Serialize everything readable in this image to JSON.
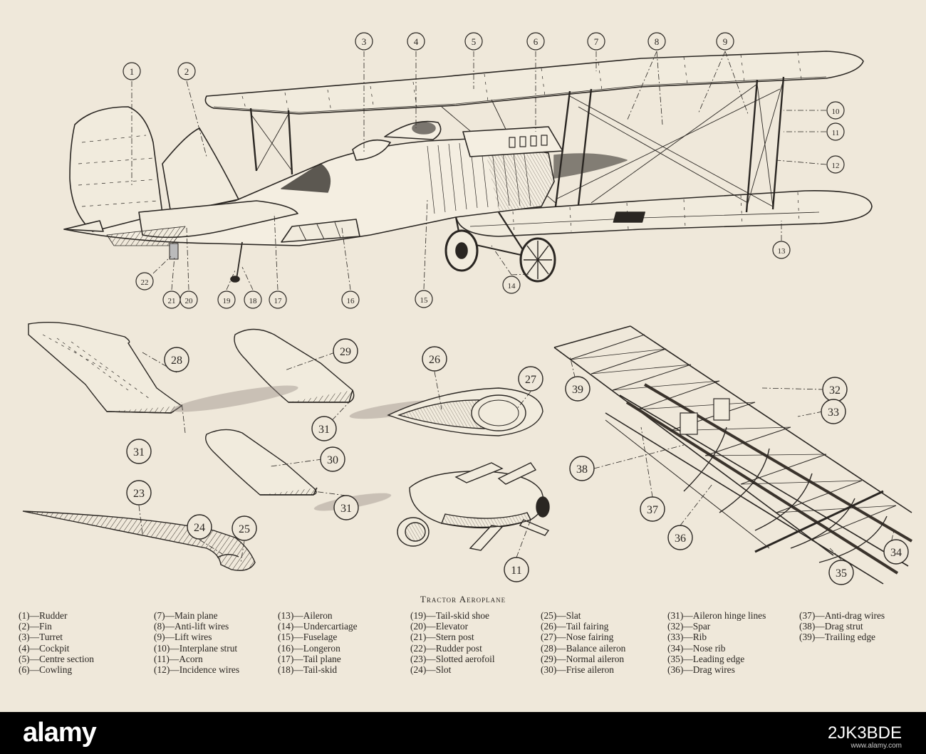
{
  "caption": "Tractor Aeroplane",
  "callouts": [
    "1",
    "2",
    "3",
    "4",
    "5",
    "6",
    "7",
    "8",
    "9",
    "10",
    "11",
    "12",
    "13",
    "14",
    "15",
    "16",
    "17",
    "18",
    "19",
    "20",
    "21",
    "22",
    "23",
    "24",
    "25",
    "26",
    "27",
    "28",
    "29",
    "30",
    "31",
    "32",
    "33",
    "34",
    "35",
    "36",
    "37",
    "38",
    "39"
  ],
  "legend": [
    [
      "(1)—Rudder",
      "(2)—Fin",
      "(3)—Turret",
      "(4)—Cockpit",
      "(5)—Centre section",
      "(6)—Cowling"
    ],
    [
      "(7)—Main plane",
      "(8)—Anti-lift wires",
      "(9)—Lift wires",
      "(10)—Interplane strut",
      "(11)—Acorn",
      "(12)—Incidence wires"
    ],
    [
      "(13)—Aileron",
      "(14)—Undercartiage",
      "(15)—Fuselage",
      "(16)—Longeron",
      "(17)—Tail plane",
      "(18)—Tail-skid"
    ],
    [
      "(19)—Tail-skid shoe",
      "(20)—Elevator",
      "(21)—Stern post",
      "(22)—Rudder post",
      "(23)—Slotted aerofoil",
      "(24)—Slot"
    ],
    [
      "(25)—Slat",
      "(26)—Tail fairing",
      "(27)—Nose fairing",
      "(28)—Balance aileron",
      "(29)—Normal aileron",
      "(30)—Frise aileron"
    ],
    [
      "(31)—Aileron hinge lines",
      "(32)—Spar",
      "(33)—Rib",
      "(34)—Nose rib",
      "(35)—Leading edge",
      "(36)—Drag wires"
    ],
    [
      "(37)—Anti-drag wires",
      "(38)—Drag strut",
      "(39)—Trailing edge"
    ]
  ],
  "watermark": {
    "logo": "alamy",
    "image_id": "2JK3BDE",
    "site": "www.alamy.com"
  }
}
